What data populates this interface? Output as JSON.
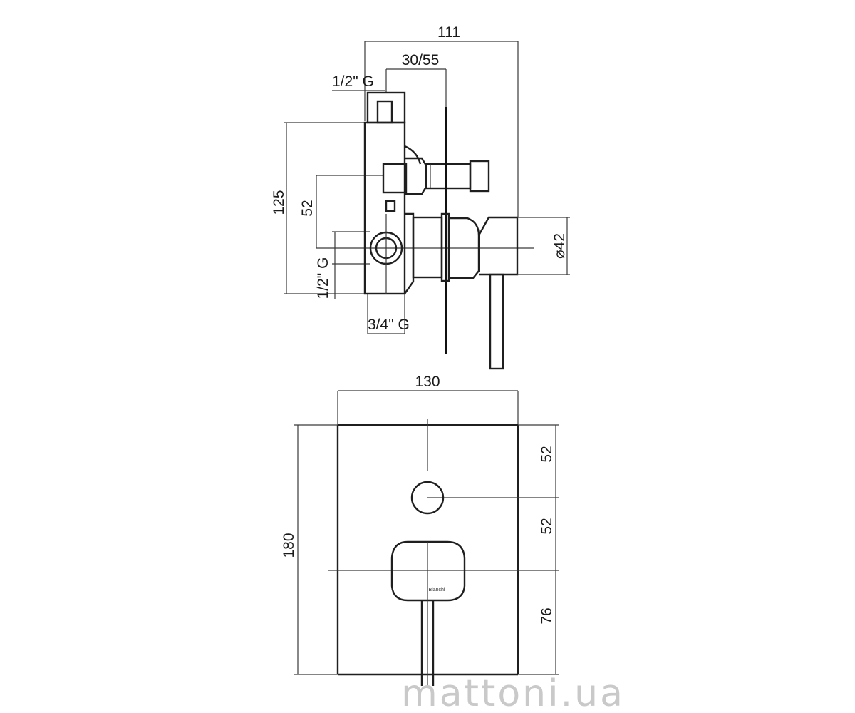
{
  "side_view": {
    "dim_overall_depth": "111",
    "dim_adjust_range": "30/55",
    "dim_top_thread": "1/2\" G",
    "dim_height": "125",
    "dim_center_offset": "52",
    "dim_side_thread": "1/2\" G",
    "dim_bottom_thread": "3/4\" G",
    "dim_handle_diameter": "⌀42"
  },
  "front_view": {
    "dim_plate_width": "130",
    "dim_plate_height": "180",
    "dim_top_segment": "52",
    "dim_middle_segment": "52",
    "dim_bottom_segment": "76",
    "brand_mark": "Bianchi"
  },
  "watermark": "mattoni.ua"
}
